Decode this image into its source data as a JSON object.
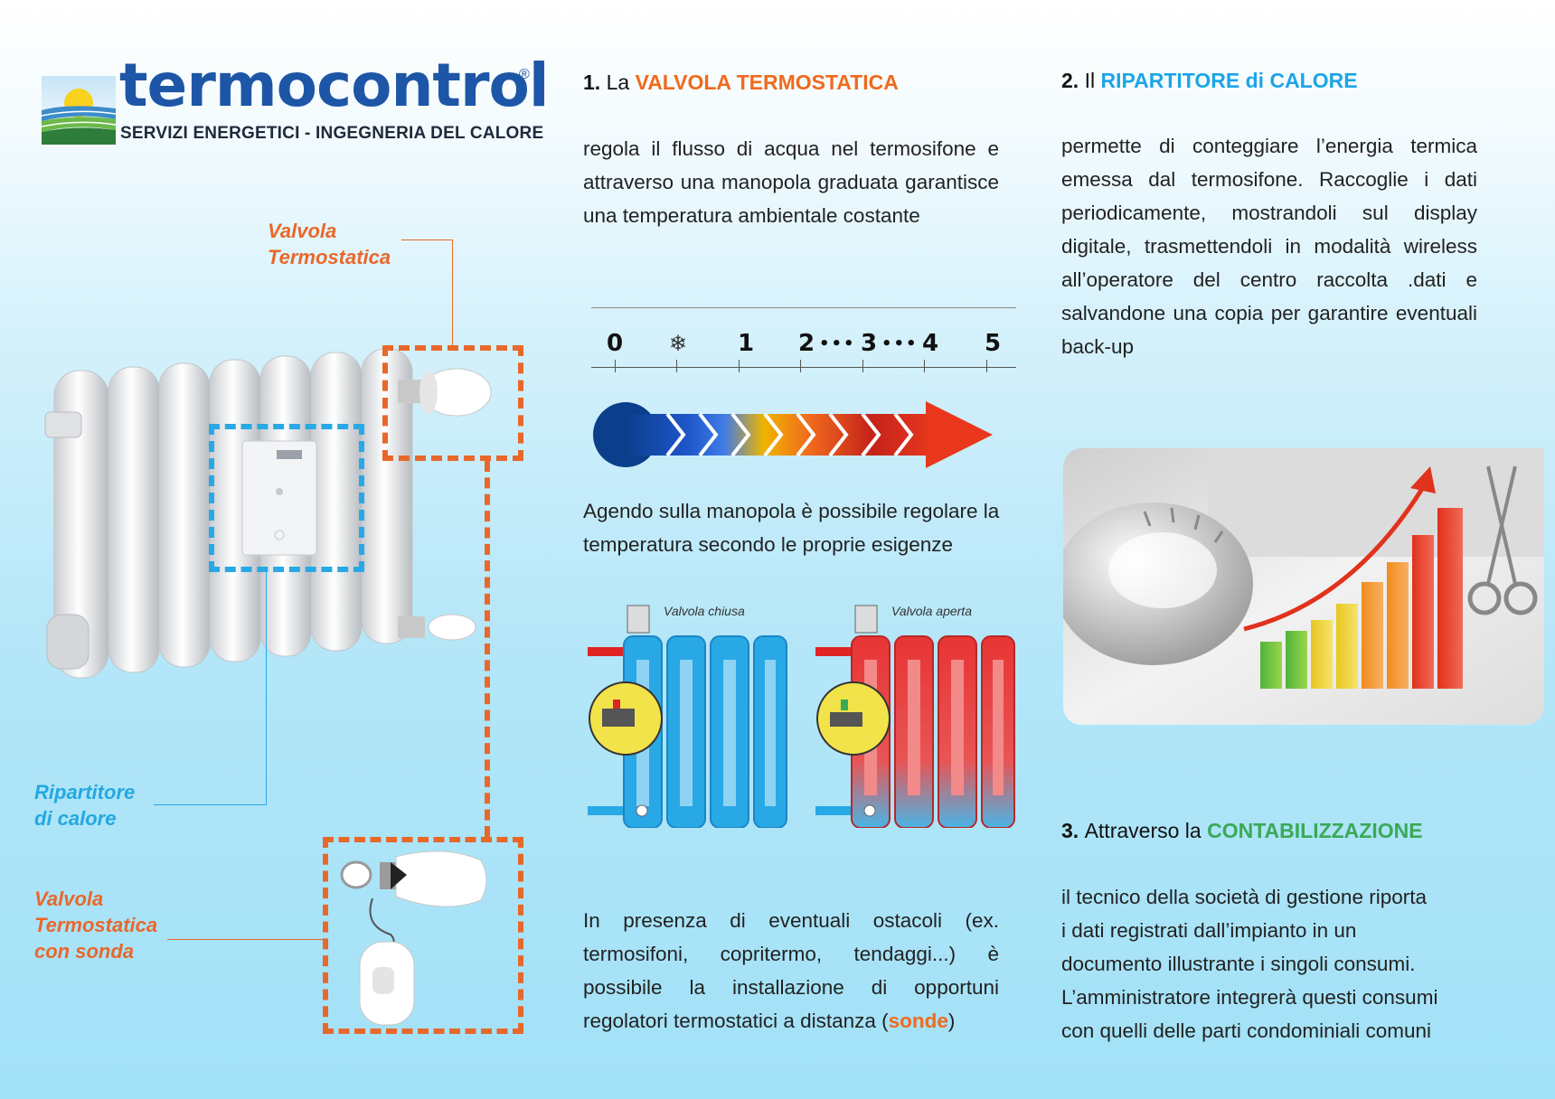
{
  "logo": {
    "name": "termocontrol",
    "registered": "®",
    "tagline": "SERVIZI ENERGETICI - INGEGNERIA DEL CALORE"
  },
  "left_labels": {
    "valvola": [
      "Valvola",
      "Termostatica"
    ],
    "ripartitore": [
      "Ripartitore",
      "di calore"
    ],
    "valvola_sonda": [
      "Valvola",
      "Termostatica",
      "con sonda"
    ]
  },
  "section1": {
    "number": "1.",
    "prefix": "La",
    "highlight": "VALVOLA TERMOSTATICA",
    "body": "regola il flusso di acqua nel termosifone e attraverso una manopola graduata garantisce una temperatura ambientale costante",
    "scale": [
      "0",
      "❄",
      "1",
      "2",
      "•••",
      "3",
      "•••",
      "4",
      "5"
    ],
    "knob_text": "Agendo sulla manopola è possibile regolare la temperatura secondo le proprie esigenze",
    "diagram_closed": "Valvola chiusa",
    "diagram_open": "Valvola aperta",
    "sonde_text": "In presenza di eventuali ostacoli (ex. termosifoni, copritermo, tendaggi...) è possibile la installazione di opportuni regolatori termostatici a distanza (",
    "sonde_word": "sonde",
    "sonde_close": ")"
  },
  "section2": {
    "number": "2.",
    "prefix": "Il",
    "highlight": "RIPARTITORE di CALORE",
    "body": "permette di conteggiare l’energia termica emessa dal termosifone. Raccoglie i dati periodicamente, mostrandoli sul display digitale, trasmettendoli in modalità wireless all’operatore del centro raccolta .dati e salvandone una copia per garantire eventuali back-up"
  },
  "section3": {
    "number": "3.",
    "prefix": "Attraverso la",
    "highlight": "CONTABILIZZAZIONE",
    "lines": [
      "il tecnico della società di gestione riporta",
      "i dati registrati dall’impianto in un",
      "documento illustrante i singoli consumi.",
      "L’amministratore integrerà questi consumi",
      "con quelli delle parti condominiali comuni"
    ]
  },
  "colors": {
    "orange": "#e8682b",
    "blue": "#28a9e6",
    "green": "#3aa957",
    "logo_blue": "#1d56a6"
  }
}
